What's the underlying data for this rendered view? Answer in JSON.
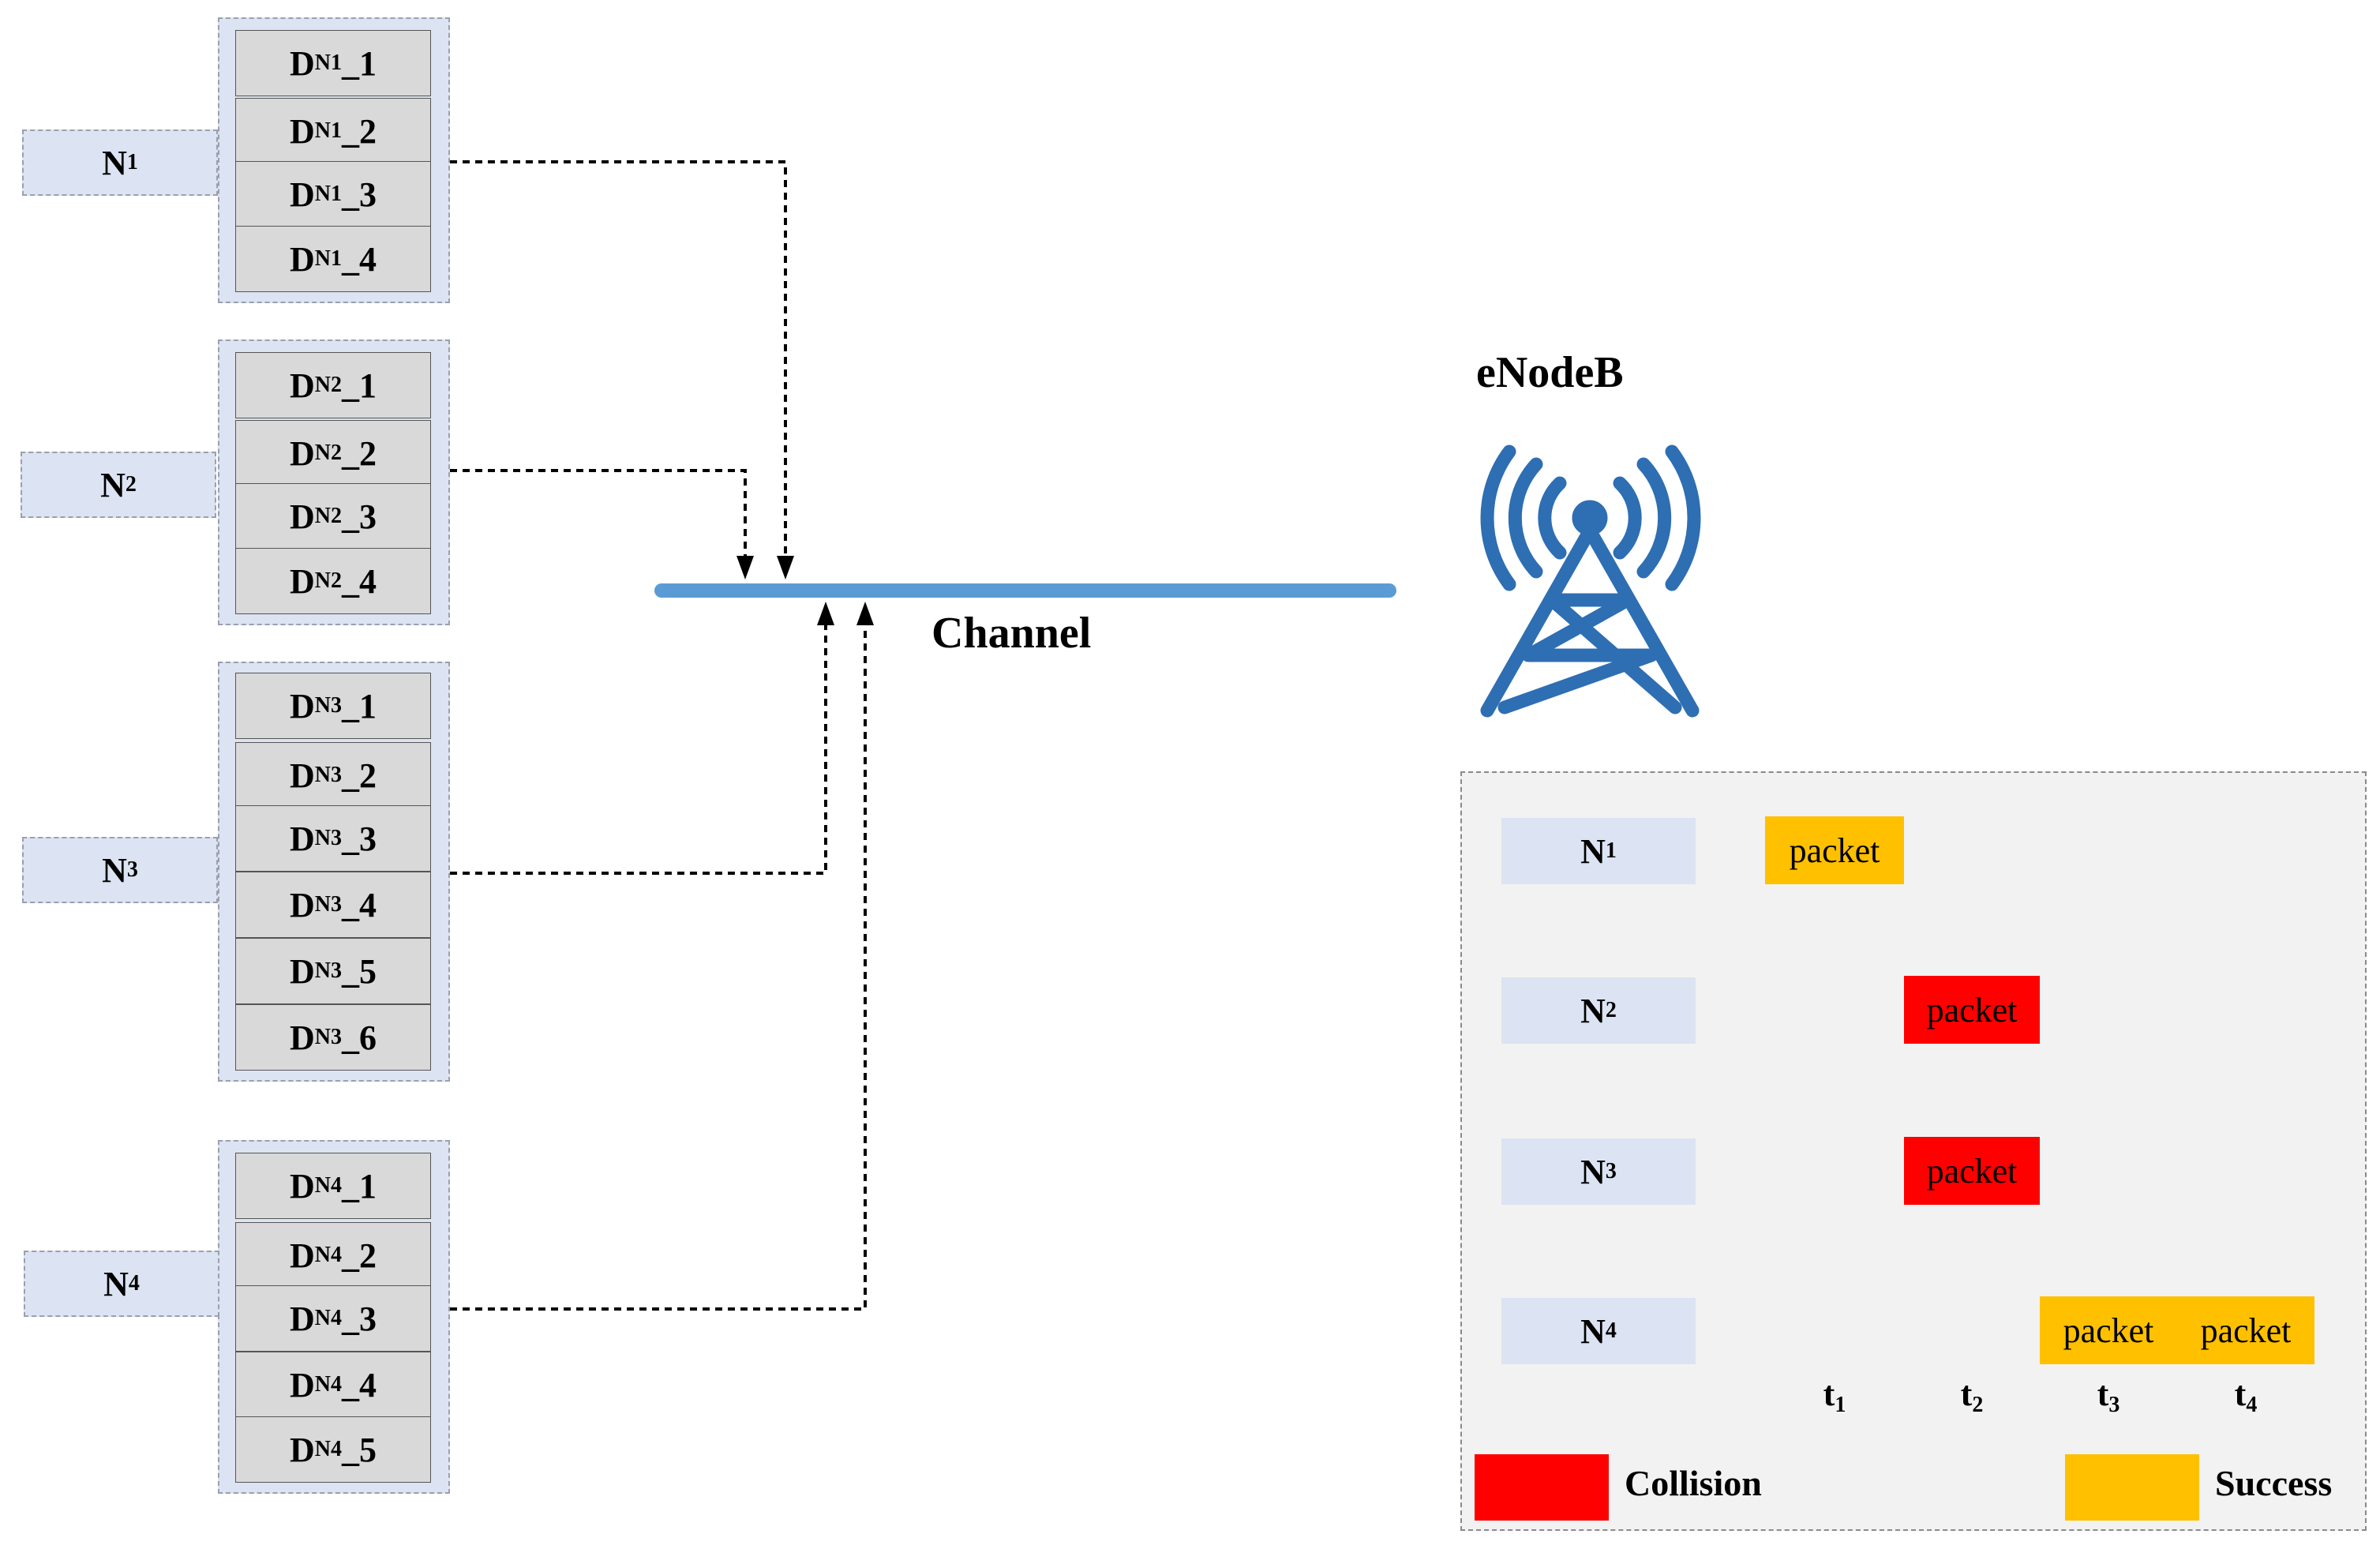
{
  "nodes": [
    {
      "name": "N",
      "sub": "1",
      "devices": [
        {
          "pre": "D",
          "sub": "N1",
          "suffix": "_1"
        },
        {
          "pre": "D",
          "sub": "N1",
          "suffix": "_2"
        },
        {
          "pre": "D",
          "sub": "N1",
          "suffix": "_3"
        },
        {
          "pre": "D",
          "sub": "N1",
          "suffix": "_4"
        }
      ]
    },
    {
      "name": "N",
      "sub": "2",
      "devices": [
        {
          "pre": "D",
          "sub": "N2",
          "suffix": "_1"
        },
        {
          "pre": "D",
          "sub": "N2",
          "suffix": "_2"
        },
        {
          "pre": "D",
          "sub": "N2",
          "suffix": "_3"
        },
        {
          "pre": "D",
          "sub": "N2",
          "suffix": "_4"
        }
      ]
    },
    {
      "name": "N",
      "sub": "3",
      "devices": [
        {
          "pre": "D",
          "sub": "N3",
          "suffix": "_1"
        },
        {
          "pre": "D",
          "sub": "N3",
          "suffix": "_2"
        },
        {
          "pre": "D",
          "sub": "N3",
          "suffix": "_3"
        },
        {
          "pre": "D",
          "sub": "N3",
          "suffix": "_4"
        },
        {
          "pre": "D",
          "sub": "N3",
          "suffix": "_5"
        },
        {
          "pre": "D",
          "sub": "N3",
          "suffix": "_6"
        }
      ]
    },
    {
      "name": "N",
      "sub": "4",
      "devices": [
        {
          "pre": "D",
          "sub": "N4",
          "suffix": "_1"
        },
        {
          "pre": "D",
          "sub": "N4",
          "suffix": "_2"
        },
        {
          "pre": "D",
          "sub": "N4",
          "suffix": "_3"
        },
        {
          "pre": "D",
          "sub": "N4",
          "suffix": "_4"
        },
        {
          "pre": "D",
          "sub": "N4",
          "suffix": "_5"
        }
      ]
    }
  ],
  "channel_label": "Channel",
  "enodeb_label": "eNodeB",
  "icons": {
    "tower": "cell-tower-icon"
  },
  "timeline": {
    "rows": [
      {
        "name": "N",
        "sub": "1",
        "packets": [
          {
            "slot": 1,
            "label": "packet",
            "status": "success"
          }
        ]
      },
      {
        "name": "N",
        "sub": "2",
        "packets": [
          {
            "slot": 2,
            "label": "packet",
            "status": "collision"
          }
        ]
      },
      {
        "name": "N",
        "sub": "3",
        "packets": [
          {
            "slot": 2,
            "label": "packet",
            "status": "collision"
          }
        ]
      },
      {
        "name": "N",
        "sub": "4",
        "packets": [
          {
            "slot": 3,
            "label": "packet",
            "status": "success"
          },
          {
            "slot": 4,
            "label": "packet",
            "status": "success"
          }
        ]
      }
    ],
    "slots": [
      {
        "name": "t",
        "sub": "1"
      },
      {
        "name": "t",
        "sub": "2"
      },
      {
        "name": "t",
        "sub": "3"
      },
      {
        "name": "t",
        "sub": "4"
      }
    ]
  },
  "legend": [
    {
      "label": "Collision",
      "status": "collision"
    },
    {
      "label": "Success",
      "status": "success"
    }
  ],
  "colors": {
    "channel": "#5b9bd5",
    "tower": "#2e6eb3",
    "collision": "#ff0000",
    "success": "#ffc000",
    "node_fill": "#dce3f2",
    "device_fill": "#d9d9d9",
    "panel_fill": "#f2f2f2"
  }
}
